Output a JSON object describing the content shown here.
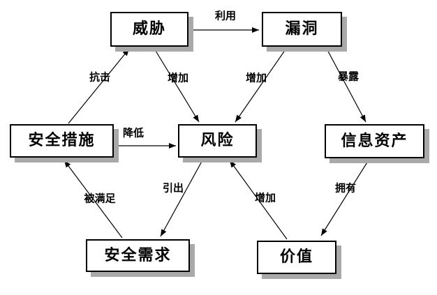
{
  "diagram": {
    "type": "concept-relationship-diagram",
    "nodes": [
      {
        "id": "threat",
        "label": "威胁"
      },
      {
        "id": "vulnerability",
        "label": "漏洞"
      },
      {
        "id": "safeguards",
        "label": "安全措施"
      },
      {
        "id": "risk",
        "label": "风险"
      },
      {
        "id": "information-assets",
        "label": "信息资产"
      },
      {
        "id": "security-requirements",
        "label": "安全需求"
      },
      {
        "id": "value",
        "label": "价值"
      }
    ],
    "edges": [
      {
        "label": "利用",
        "from": "threat",
        "to": "vulnerability"
      },
      {
        "label": "抗击",
        "from": "safeguards",
        "to": "threat"
      },
      {
        "label": "增加",
        "from": "threat",
        "to": "risk"
      },
      {
        "label": "增加",
        "from": "vulnerability",
        "to": "risk"
      },
      {
        "label": "暴露",
        "from": "vulnerability",
        "to": "information-assets"
      },
      {
        "label": "降低",
        "from": "safeguards",
        "to": "risk"
      },
      {
        "label": "引出",
        "from": "risk",
        "to": "security-requirements"
      },
      {
        "label": "被满足",
        "from": "security-requirements",
        "to": "safeguards"
      },
      {
        "label": "增加",
        "from": "value",
        "to": "risk"
      },
      {
        "label": "拥有",
        "from": "information-assets",
        "to": "value"
      }
    ],
    "colors": {
      "background": "#ffffff",
      "box_fill": "#ffffff",
      "box_border": "#000000",
      "box_shadow": "#a9a9a9",
      "line": "#000000",
      "text": "#000000"
    }
  }
}
